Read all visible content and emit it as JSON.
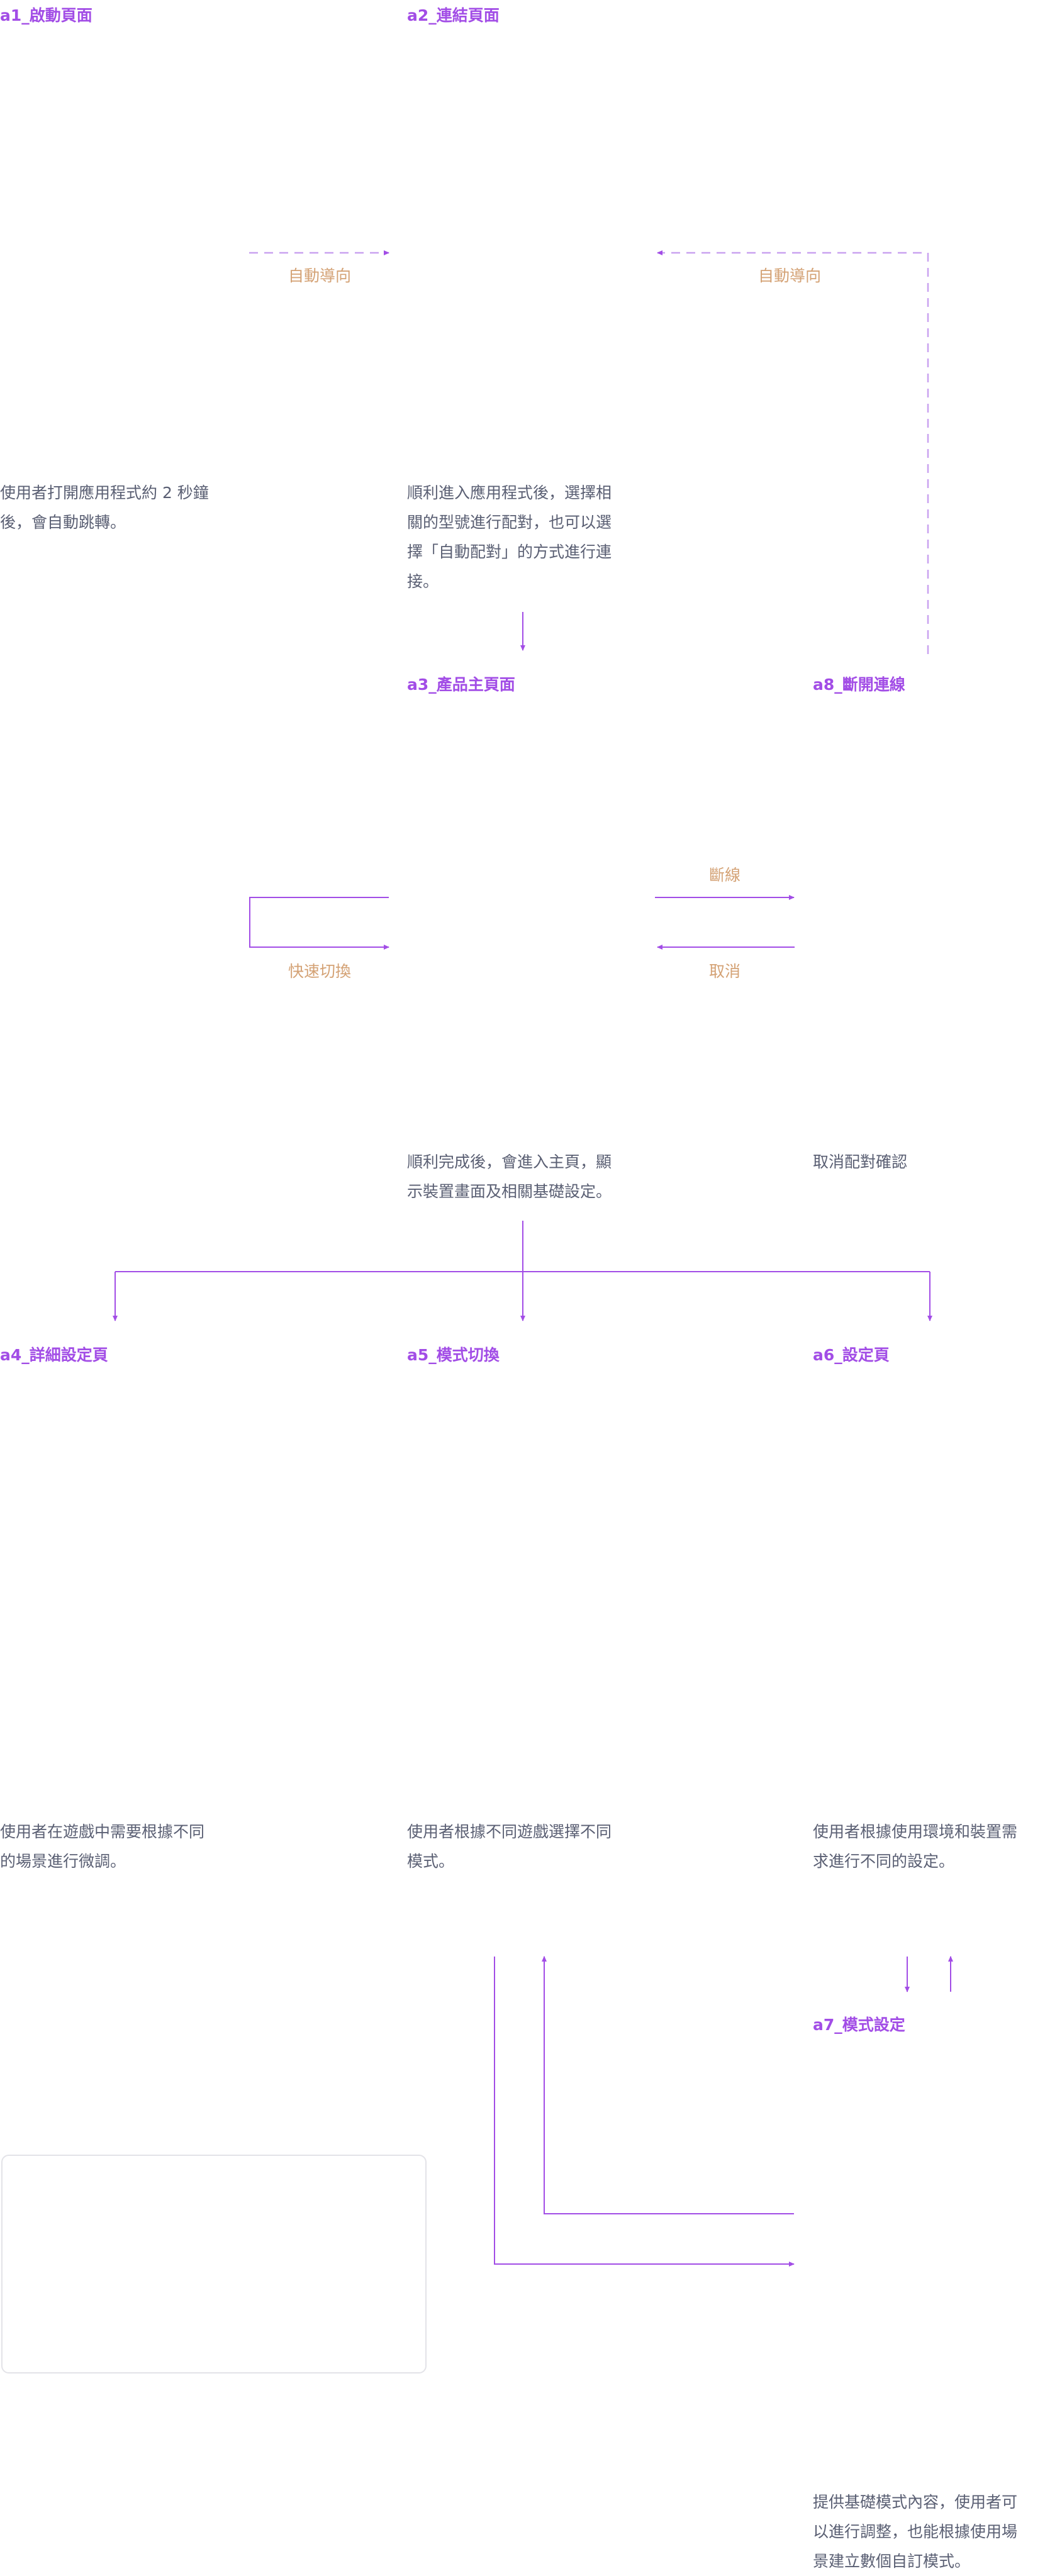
{
  "colors": {
    "accent": "#a24de6",
    "label": "#d4a275",
    "text": "#5a5f73",
    "card_border": "#e3e3e8"
  },
  "nodes": {
    "a1": {
      "title": "a1_啟動頁面",
      "desc": [
        "使用者打開應用程式約 2 秒鐘",
        "後，會自動跳轉。"
      ]
    },
    "a2": {
      "title": "a2_連結頁面",
      "desc": [
        "順利進入應用程式後，選擇相",
        "關的型號進行配對，也可以選",
        "擇「自動配對」的方式進行連",
        "接。"
      ]
    },
    "a3": {
      "title": "a3_產品主頁面",
      "desc": [
        "順利完成後，會進入主頁，顯",
        "示裝置畫面及相關基礎設定。"
      ]
    },
    "a8": {
      "title": "a8_斷開連線",
      "desc": [
        "取消配對確認"
      ]
    },
    "a4": {
      "title": "a4_詳細設定頁",
      "desc": [
        "使用者在遊戲中需要根據不同",
        "的場景進行微調。"
      ]
    },
    "a5": {
      "title": "a5_模式切換",
      "desc": [
        "使用者根據不同遊戲選擇不同",
        "模式。"
      ]
    },
    "a6": {
      "title": "a6_設定頁",
      "desc": [
        "使用者根據使用環境和裝置需",
        "求進行不同的設定。"
      ]
    },
    "a7": {
      "title": "a7_模式設定",
      "desc": [
        "提供基礎模式內容，使用者可",
        "以進行調整，也能根據使用場",
        "景建立數個自訂模式。"
      ]
    }
  },
  "edge_labels": {
    "auto_nav_1": "自動導向",
    "auto_nav_2": "自動導向",
    "disconnect": "斷線",
    "cancel": "取消",
    "quick_switch": "快速切換"
  }
}
